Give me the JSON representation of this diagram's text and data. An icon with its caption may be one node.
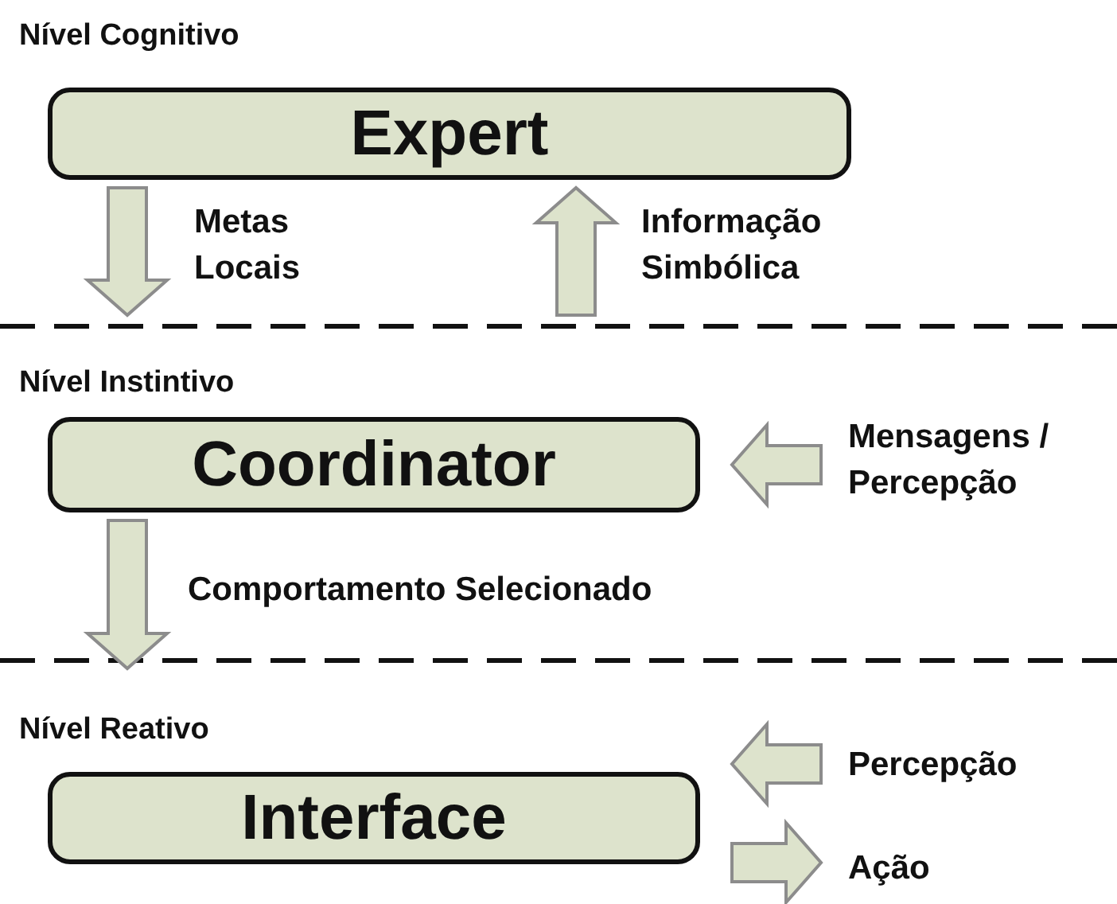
{
  "diagram": {
    "nodes": [
      {
        "text": [
          "Expert"
        ]
      },
      {
        "text": [
          "Coordinator"
        ]
      },
      {
        "text": [
          "Interface"
        ]
      }
    ],
    "edges": [
      {
        "from": 0,
        "to": 1,
        "arrow": "to",
        "label": "Metas Locais"
      },
      {
        "from": 1,
        "to": 0,
        "arrow": "to",
        "label": "Informação Simbólica"
      },
      {
        "from": 1,
        "to": 2,
        "arrow": "to",
        "label": "Comportamento Selecionado"
      },
      {
        "from": null,
        "to": 1,
        "arrow": "to",
        "label": "Mensagens / Percepção"
      },
      {
        "from": null,
        "to": 2,
        "arrow": "to",
        "label": "Percepção"
      },
      {
        "from": 2,
        "to": null,
        "arrow": "to",
        "label": "Ação"
      }
    ],
    "labels": [
      "Nível Cognitivo",
      "Nível Instintivo",
      "Nível Reativo"
    ]
  }
}
